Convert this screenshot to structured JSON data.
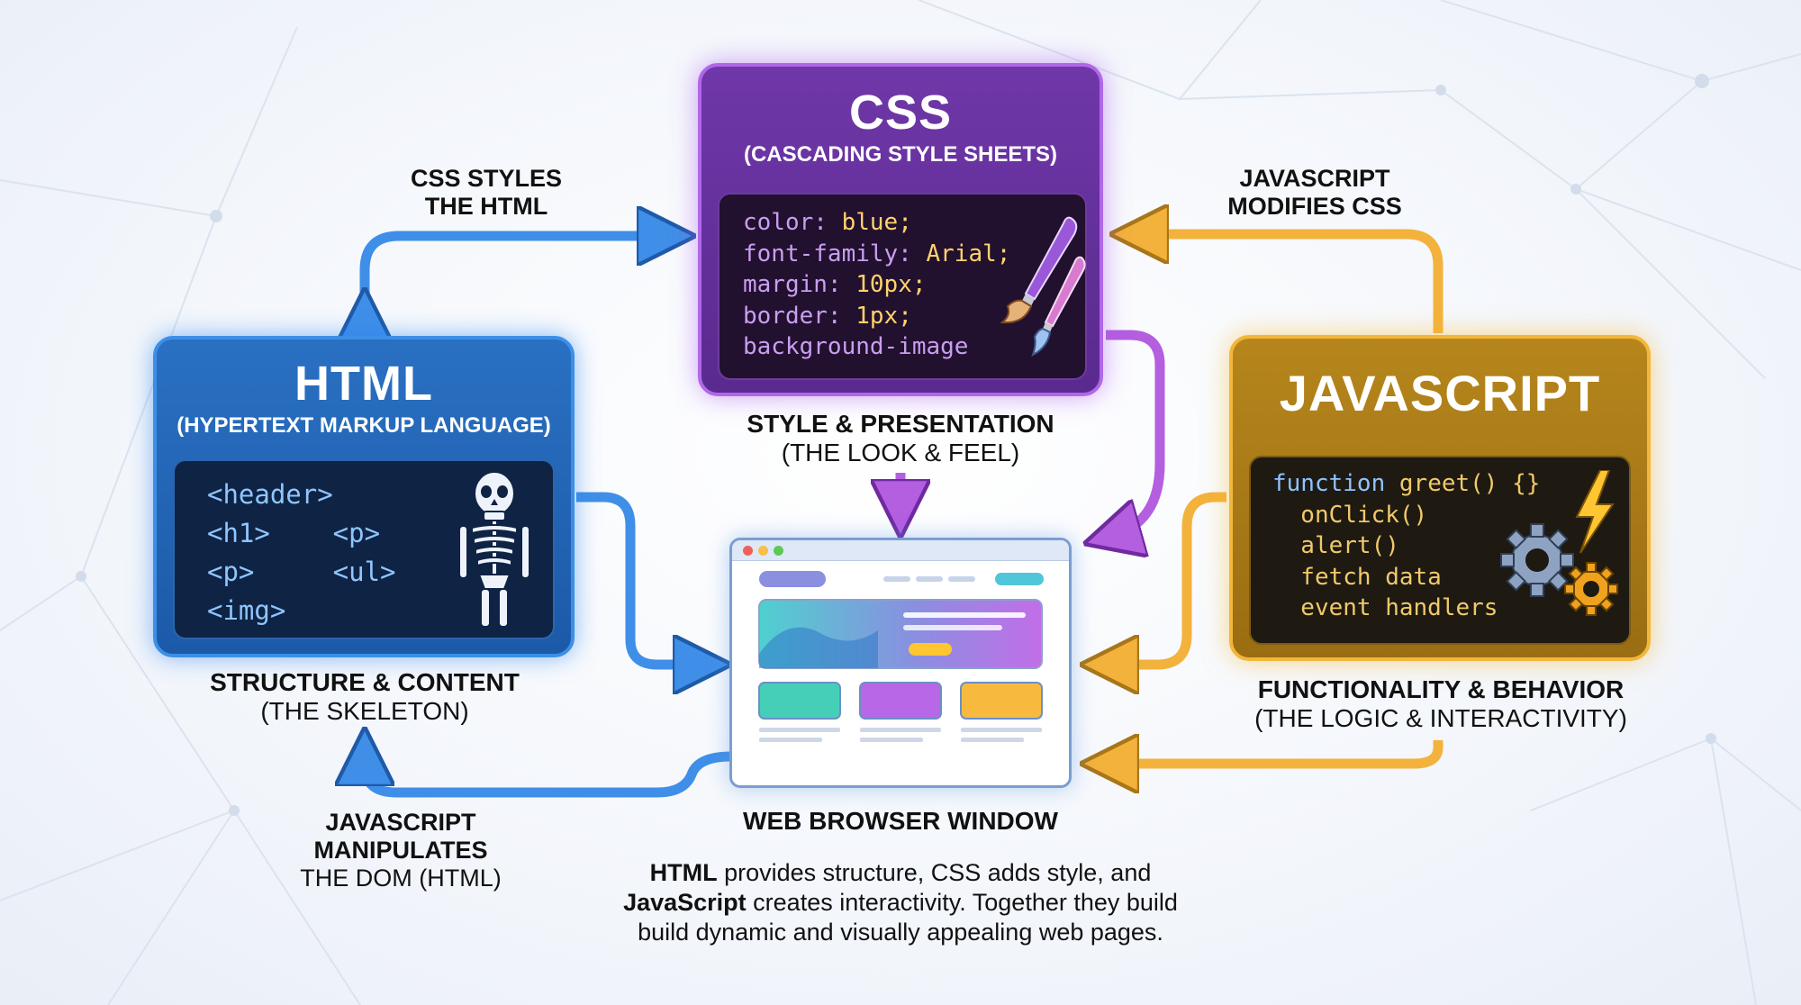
{
  "html_box": {
    "title": "HTML",
    "subtitle": "(HYPERTEXT MARKUP LANGUAGE)",
    "code": [
      "<header>",
      "<h1>    <p>",
      "<p>     <ul>",
      "<img>"
    ],
    "label_main": "STRUCTURE & CONTENT",
    "label_sub": "(THE SKELETON)"
  },
  "css_box": {
    "title": "CSS",
    "subtitle": "(CASCADING STYLE SHEETS)",
    "code": [
      {
        "prop": "color:",
        "value": " blue;"
      },
      {
        "prop": "font-family:",
        "value": " Arial;"
      },
      {
        "prop": "margin:",
        "value": " 10px;"
      },
      {
        "prop": "border:",
        "value": " 1px;"
      },
      {
        "prop": "background-image",
        "value": ""
      }
    ],
    "label_main": "STYLE & PRESENTATION",
    "label_sub": "(THE LOOK & FEEL)"
  },
  "js_box": {
    "title": "JAVASCRIPT",
    "code": [
      "function greet() {}",
      "  onClick()",
      "  alert()",
      "  fetch data",
      "  event handlers"
    ],
    "label_main": "FUNCTIONALITY & BEHAVIOR",
    "label_sub": "(THE LOGIC & INTERACTIVITY)"
  },
  "browser": {
    "label": "WEB BROWSER WINDOW"
  },
  "arrow_labels": {
    "css_styles_html": [
      "CSS STYLES",
      "THE HTML"
    ],
    "js_modifies_css": [
      "JAVASCRIPT",
      "MODIFIES CSS"
    ],
    "js_manipulates_dom": [
      "JAVASCRIPT",
      "MANIPULATES",
      "THE DOM (HTML)"
    ]
  },
  "caption": {
    "html_word": "HTML",
    "part1": " provides structure, CSS adds style, and",
    "js_word": "JavaScript",
    "part2": " creates interactivity. Together they build",
    "part3": "build dynamic and visually appealing web pages."
  },
  "colors": {
    "html": "#2a70c2",
    "css": "#6f37a8",
    "js": "#b6861c",
    "blue_arrow": "#3f8fe8",
    "purple_arrow": "#b45ee0",
    "orange_arrow": "#f3b23c"
  }
}
